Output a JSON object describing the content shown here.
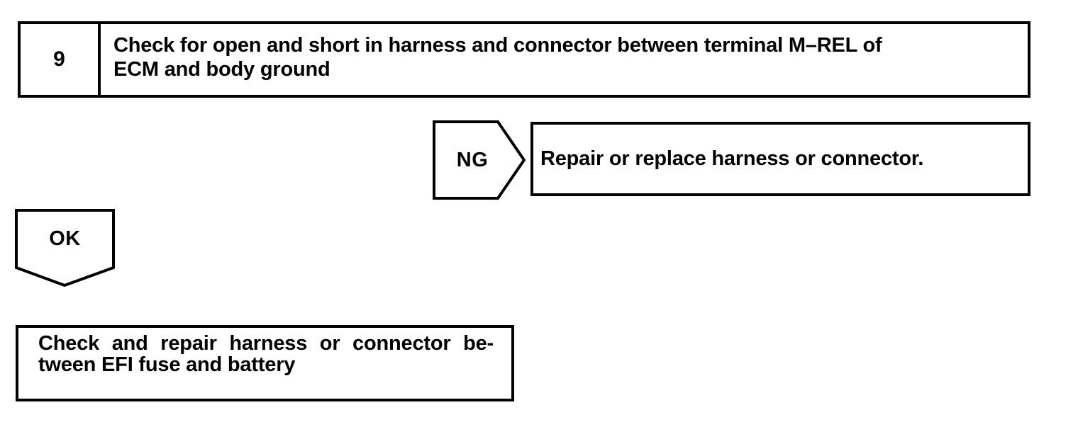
{
  "step": {
    "number": "9",
    "line1": "Check for open and short in harness and connector between terminal M–REL of",
    "line2": "ECM and body ground"
  },
  "ng": {
    "label": "NG",
    "action": "Repair or replace harness or connector."
  },
  "ok": {
    "label": "OK"
  },
  "result": {
    "line1": "Check and repair harness or connector be-",
    "line2": "tween EFI fuse and battery"
  },
  "colors": {
    "ink": "#000000",
    "paper": "#ffffff"
  }
}
